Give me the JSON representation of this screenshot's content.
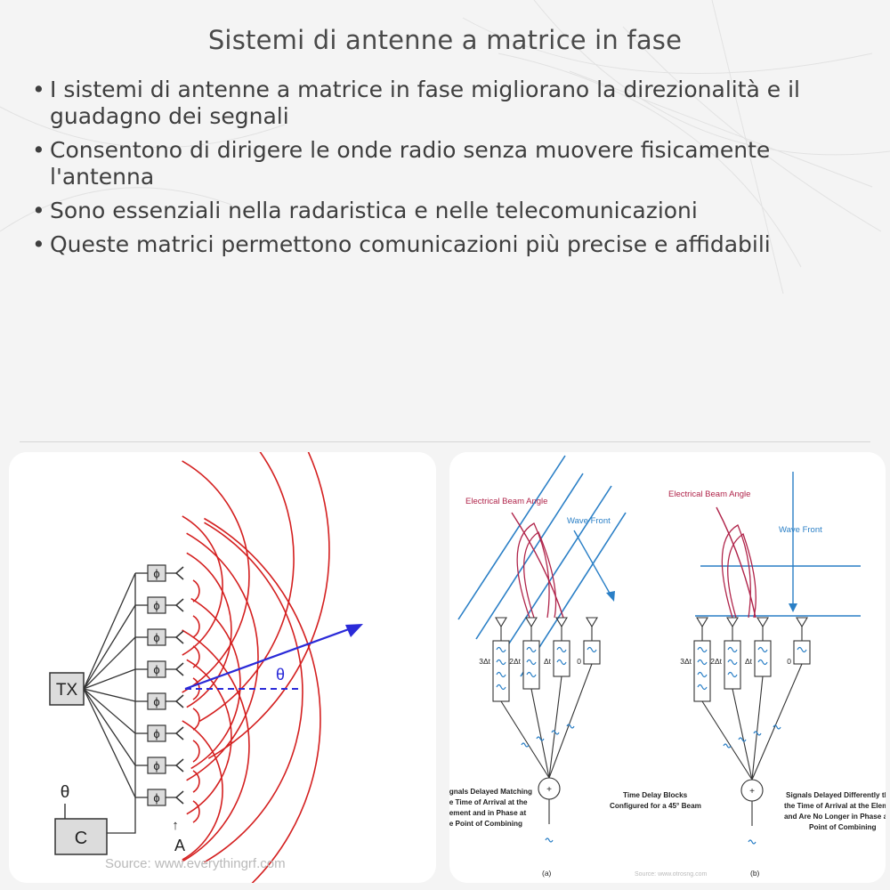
{
  "title": "Sistemi di antenne a matrice in fase",
  "bullets": [
    {
      "text": "I sistemi di antenne a matrice in fase migliorano la direzionalità e il guadagno dei segnali"
    },
    {
      "text": "Consentono di dirigere le onde radio senza muovere fisicamente l'antenna"
    },
    {
      "text": "Sono essenziali nella radaristica e nelle telecomunicazioni"
    },
    {
      "text": "Queste matrici permettono comunicazioni più precise e affidabili"
    }
  ],
  "left_figure": {
    "tx_label": "TX",
    "controller_label": "C",
    "theta_input_label": "θ",
    "phase_shifter_symbol": "ϕ",
    "angle_label": "θ",
    "array_label": "A",
    "arrow_symbol": "↑",
    "source": "Source: www.everythingrf.com"
  },
  "right_figure": {
    "a": {
      "beam_angle_label": "Electrical Beam Angle",
      "wave_front_label": "Wave Front",
      "delays": [
        "3Δt",
        "2Δt",
        "Δt",
        "0"
      ],
      "caption_left": [
        "Signals Delayed Matching",
        "the Time of Arrival at the",
        "Element and in Phase at",
        "the Point of Combining"
      ],
      "caption_mid": [
        "Time Delay Blocks",
        "Configured for a 45° Beam"
      ],
      "panel_letter": "(a)",
      "source": "Source: www.otrosng.com",
      "combiner_symbol": "+"
    },
    "b": {
      "beam_angle_label": "Electrical Beam Angle",
      "wave_front_label": "Wave Front",
      "delays": [
        "3Δt",
        "2Δt",
        "Δt",
        "0"
      ],
      "caption_right": [
        "Signals Delayed Differently than",
        "the Time of Arrival at the Element",
        "and Are No Longer in Phase at the",
        "Point of Combining"
      ],
      "panel_letter": "(b)",
      "combiner_symbol": "+"
    }
  },
  "colors": {
    "wave_red": "#d42020",
    "beam_blue": "#2a2ad8",
    "wave_blue": "#2a7fc6",
    "lobe_red": "#b0244a"
  }
}
